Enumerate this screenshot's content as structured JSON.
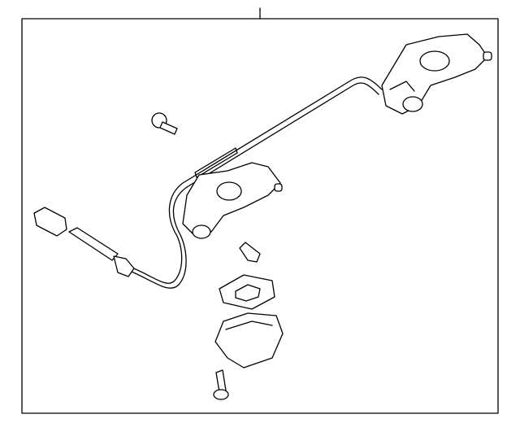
{
  "diagram": {
    "stroke_color": "#000000",
    "background": "#ffffff",
    "parts": [
      "license-lamp-harness",
      "bolt",
      "connector",
      "bulb",
      "gasket",
      "lamp-lens",
      "screw"
    ]
  }
}
